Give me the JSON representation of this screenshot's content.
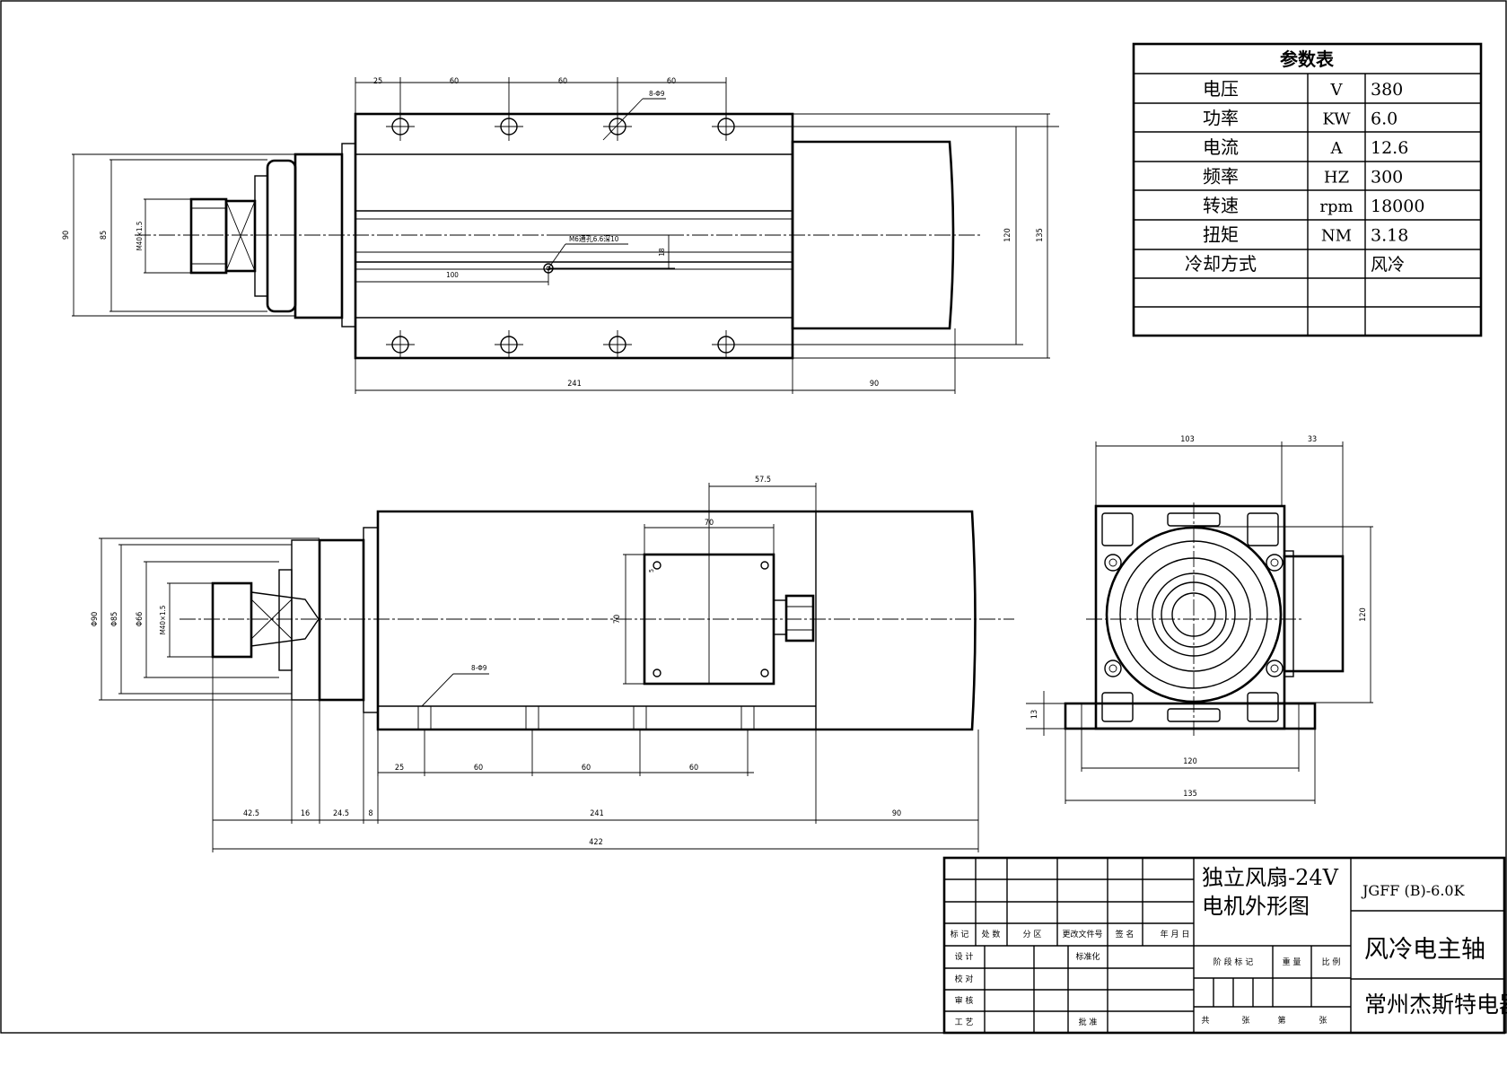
{
  "top_view": {
    "dims": {
      "d25": "25",
      "d60a": "60",
      "d60b": "60",
      "d60c": "60",
      "holes": "8-Φ9",
      "d90": "90",
      "d85": "85",
      "thread": "M40×1.5",
      "tap": "M6通孔6.6深10",
      "d18": "18",
      "d100": "100",
      "d120": "120",
      "d135": "135",
      "d241": "241",
      "d90b": "90"
    }
  },
  "params_table": {
    "title": "参数表",
    "rows": [
      {
        "name": "电压",
        "unit": "V",
        "value": "380"
      },
      {
        "name": "功率",
        "unit": "KW",
        "value": "6.0"
      },
      {
        "name": "电流",
        "unit": "A",
        "value": "12.6"
      },
      {
        "name": "频率",
        "unit": "HZ",
        "value": "300"
      },
      {
        "name": "转速",
        "unit": "rpm",
        "value": "18000"
      },
      {
        "name": "扭矩",
        "unit": "NM",
        "value": "3.18"
      },
      {
        "name": "冷却方式",
        "unit": "",
        "value": "风冷"
      }
    ]
  },
  "front_view": {
    "dims": {
      "d57": "57.5",
      "d70a": "70",
      "d70b": "70",
      "d5": "5",
      "holes": "8-Φ9",
      "dia90": "Φ90",
      "dia85": "Φ85",
      "dia66": "Φ66",
      "thread": "M40×1.5",
      "d25": "25",
      "d60a": "60",
      "d60b": "60",
      "d60c": "60",
      "d42": "42.5",
      "d16": "16",
      "d24": "24.5",
      "d8": "8",
      "d241": "241",
      "d90": "90",
      "d422": "422"
    }
  },
  "side_view": {
    "dims": {
      "d103": "103",
      "d33": "33",
      "d120v": "120",
      "d13": "13",
      "d120h": "120",
      "d135": "135"
    }
  },
  "title_block": {
    "title_line1": "独立风扇-24V",
    "title_line2": "电机外形图",
    "model": "JGFF (B)-6.0K",
    "product": "风冷电主轴",
    "company": "常州杰斯特电器",
    "rev_headers": [
      "标 记",
      "处 数",
      "分  区",
      "更改文件号",
      "签 名",
      "年 月 日"
    ],
    "roles": [
      "设 计",
      "校 对",
      "审 核",
      "工 艺"
    ],
    "std": "标准化",
    "approve": "批 准",
    "stage": "阶 段 标 记",
    "weight": "重 量",
    "scale": "比 例",
    "sheets_total": "共",
    "sheets_unit1": "张",
    "sheet_no": "第",
    "sheets_unit2": "张"
  }
}
